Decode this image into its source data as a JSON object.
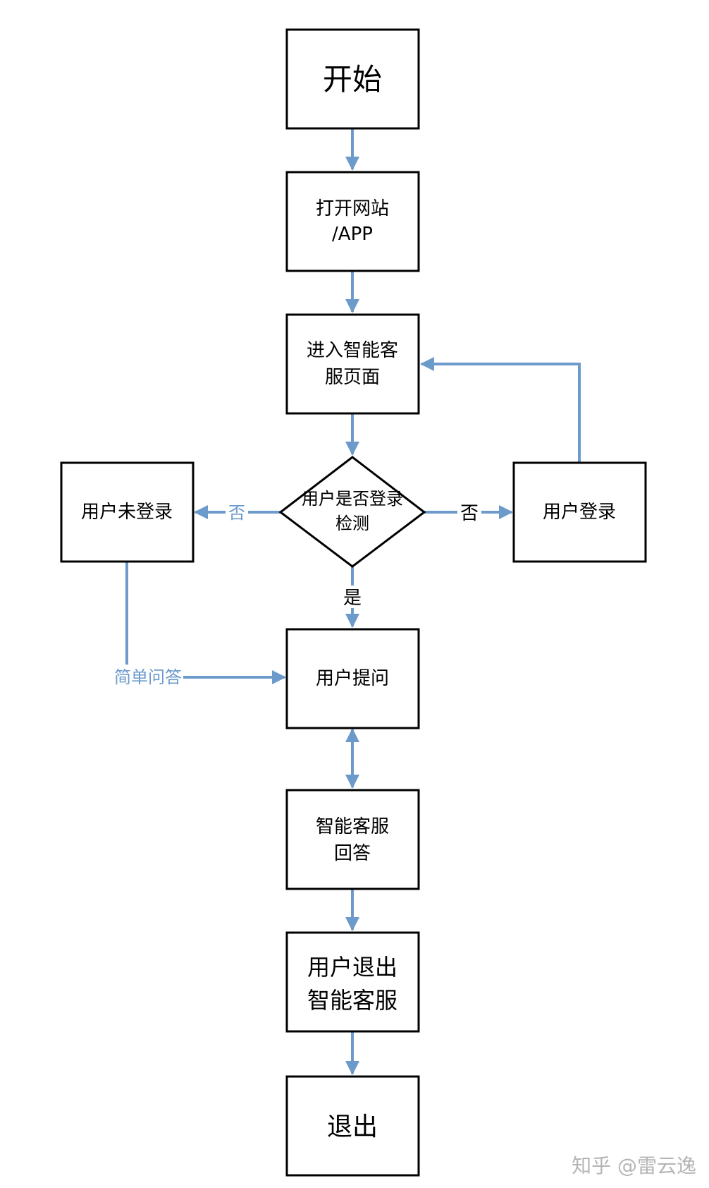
{
  "colors": {
    "arrow": "#6b9acb",
    "label_blue": "#6b9acb",
    "watermark": "#b5b5b5"
  },
  "nodes": {
    "start": {
      "lines": [
        "开始"
      ]
    },
    "open_site": {
      "lines": [
        "打开网站",
        "/APP"
      ]
    },
    "enter_service": {
      "lines": [
        "进入智能客",
        "服页面"
      ]
    },
    "login_check": {
      "lines": [
        "用户是否登录",
        "检测"
      ]
    },
    "not_logged_in": {
      "lines": [
        "用户未登录"
      ]
    },
    "user_login": {
      "lines": [
        "用户登录"
      ]
    },
    "user_question": {
      "lines": [
        "用户提问"
      ]
    },
    "service_answer": {
      "lines": [
        "智能客服",
        "回答"
      ]
    },
    "user_exit_service": {
      "lines": [
        "用户退出",
        "智能客服"
      ]
    },
    "exit": {
      "lines": [
        "退出"
      ]
    }
  },
  "edge_labels": {
    "no_left": "否",
    "no_right": "否",
    "yes_down": "是",
    "simple_qa": "简单问答"
  },
  "watermark": "知乎 @雷云逸"
}
